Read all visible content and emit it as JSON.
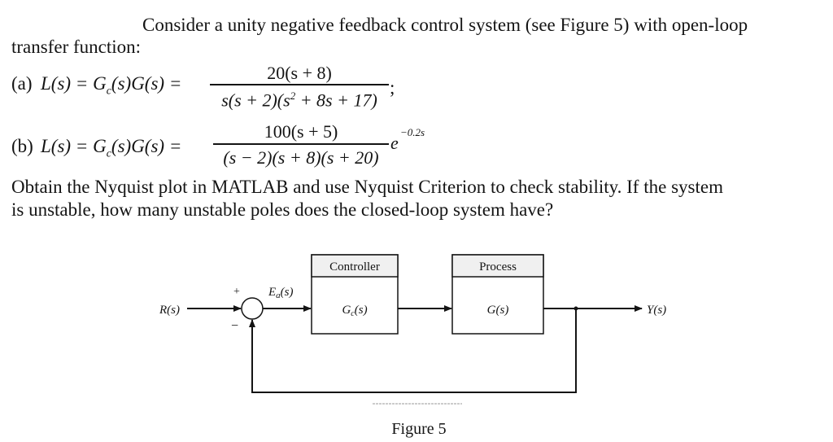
{
  "problem": {
    "intro_line1": "Consider a unity negative feedback control system (see Figure 5) with open-loop",
    "intro_line2": "transfer function:",
    "part_a": {
      "label": "(a)",
      "lhs": "L(s) = G",
      "lhs_sub": "c",
      "lhs_end": "(s)G(s) =",
      "numerator": "20(s + 8)",
      "denominator_pre": "s(s + 2)(s",
      "denominator_sup": "2",
      "denominator_post": " + 8s + 17)",
      "terminator": ";"
    },
    "part_b": {
      "label": "(b)",
      "lhs": "L(s) = G",
      "lhs_sub": "c",
      "lhs_end": "(s)G(s) =",
      "numerator": "100(s + 5)",
      "denominator": "(s − 2)(s + 8)(s + 20)",
      "exp_base": "e",
      "exp_power": "−0.2s"
    },
    "question_line1": "Obtain the Nyquist plot in MATLAB and use Nyquist Criterion to check stability. If the system",
    "question_line2": "is unstable, how many unstable poles does the closed-loop system have?"
  },
  "figure": {
    "input": "R(s)",
    "plus": "+",
    "minus": "−",
    "error": "E",
    "error_sub": "a",
    "error_end": "(s)",
    "controller_title": "Controller",
    "controller_tf": "G",
    "controller_sub": "c",
    "controller_end": "(s)",
    "process_title": "Process",
    "process_tf": "G(s)",
    "output": "Y(s)",
    "caption": "Figure 5"
  }
}
